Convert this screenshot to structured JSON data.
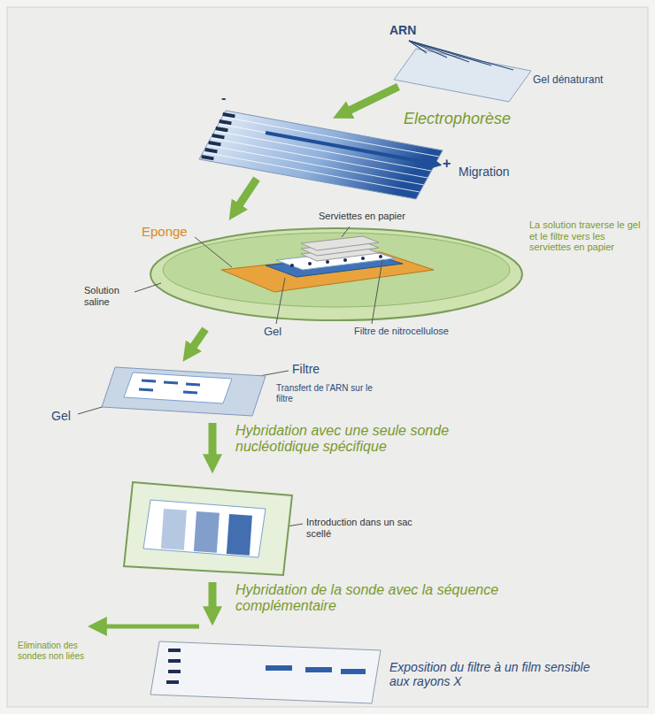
{
  "diagram": {
    "labels": [
      "ARN",
      "Gel dénaturant",
      "-",
      "Electrophorèse",
      "+",
      "Migration",
      "Eponge",
      "Serviettes en papier",
      "La solution traverse le gel et le filtre vers les serviettes en papier",
      "Solution saline",
      "Gel",
      "Filtre de nitrocellulose",
      "Filtre",
      "Transfert de l'ARN sur le filtre",
      "Gel",
      "Hybridation avec une seule sonde nucléotidique spécifique",
      "Introduction dans un sac scellé",
      "Hybridation de la sonde avec la séquence complémentaire",
      "Elimination des sondes non liées",
      "Exposition du filtre à un film sensible aux rayons X"
    ]
  }
}
